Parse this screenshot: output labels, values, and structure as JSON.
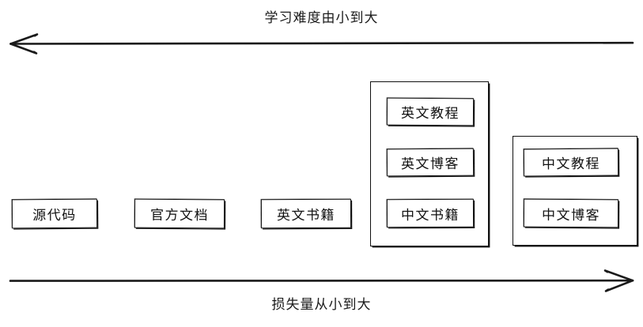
{
  "diagram": {
    "title_top": "学习难度由小到大",
    "title_bottom": "损失量从小到大",
    "top_axis": {
      "direction": "left",
      "label": "学习难度由小到大",
      "arrow_icon": "arrow-left-icon"
    },
    "bottom_axis": {
      "direction": "right",
      "label": "损失量从小到大",
      "arrow_icon": "arrow-right-icon"
    },
    "nodes": [
      {
        "id": "source-code",
        "label": "源代码"
      },
      {
        "id": "official-docs",
        "label": "官方文档"
      },
      {
        "id": "english-books",
        "label": "英文书籍"
      }
    ],
    "groups": [
      {
        "id": "english-group",
        "items": [
          {
            "id": "english-tutorials",
            "label": "英文教程"
          },
          {
            "id": "english-blogs",
            "label": "英文博客"
          },
          {
            "id": "chinese-books",
            "label": "中文书籍"
          }
        ]
      },
      {
        "id": "chinese-group",
        "items": [
          {
            "id": "chinese-tutorials",
            "label": "中文教程"
          },
          {
            "id": "chinese-blogs",
            "label": "中文博客"
          }
        ]
      }
    ],
    "colors": {
      "stroke": "#111111",
      "background": "#ffffff",
      "text": "#111111"
    }
  }
}
